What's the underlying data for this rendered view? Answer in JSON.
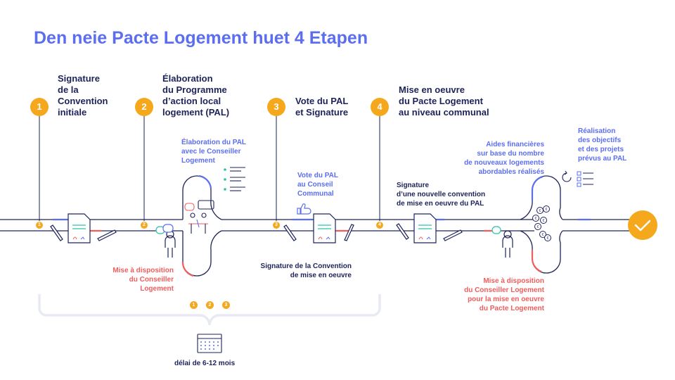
{
  "title": "Den neie Pacte Logement huet 4 Etapen",
  "steps": [
    {
      "number": "1",
      "label": "Signature\nde la\nConvention\ninitiale"
    },
    {
      "number": "2",
      "label": "Élaboration\ndu Programme\nd’action local\nlogement (PAL)"
    },
    {
      "number": "3",
      "label": "Vote du PAL\net Signature"
    },
    {
      "number": "4",
      "label": "Mise en oeuvre\ndu Pacte Logement\nau niveau communal"
    }
  ],
  "notes": {
    "elaboration": "Élaboration du PAL\navec le Conseiller\nLogement",
    "vote": "Vote du PAL\nau Conseil\nCommunal",
    "aides": "Aides financières\nsur base du nombre\nde nouveaux logements\nabordables réalisés",
    "realisation": "Réalisation\ndes objectifs\net des projets\nprévus au PAL",
    "signature_new": "Signature\nd’une nouvelle convention\nde mise en oeuvre du PAL",
    "signature_conv": "Signature de la Convention\nde mise en oeuvre",
    "mise_dispo_1": "Mise à disposition\ndu Conseiller\nLogement",
    "mise_dispo_2": "Mise à disposition\ndu Conseiller Logement\npour la mise en oeuvre\ndu Pacte Logement"
  },
  "timeline_markers": [
    "1",
    "2",
    "3",
    "4"
  ],
  "legend_markers": [
    "1",
    "2",
    "3"
  ],
  "delay_label": "délai de 6-12 mois",
  "colors": {
    "accent": "#5b6ef0",
    "navy": "#1d2359",
    "orange": "#f5a81c",
    "red": "#ef5d5d",
    "teal": "#2bc3a8"
  },
  "icons": [
    "document-icon",
    "pen-icon",
    "person-icon",
    "speech-bubble-icon",
    "meeting-icon",
    "checklist-icon",
    "thumbs-up-icon",
    "euro-coins-icon",
    "refresh-icon",
    "calendar-icon",
    "check-icon"
  ]
}
